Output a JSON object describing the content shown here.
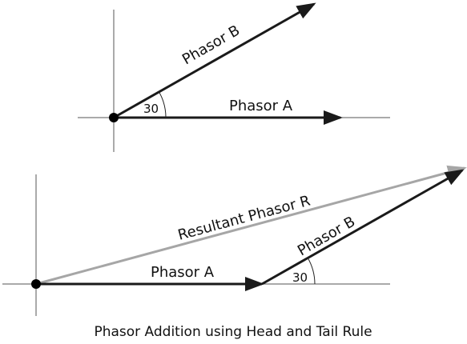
{
  "colors": {
    "vector": "#1a1a1a",
    "resultant": "#a6a6a6",
    "axis": "#555555",
    "origin": "#000000"
  },
  "top": {
    "phasor_a_label": "Phasor A",
    "phasor_b_label": "Phasor B",
    "angle_label": "30"
  },
  "bottom": {
    "phasor_a_label": "Phasor A",
    "phasor_b_label": "Phasor B",
    "resultant_label": "Resultant Phasor R",
    "angle_label": "30"
  },
  "caption": "Phasor Addition using Head and Tail Rule"
}
